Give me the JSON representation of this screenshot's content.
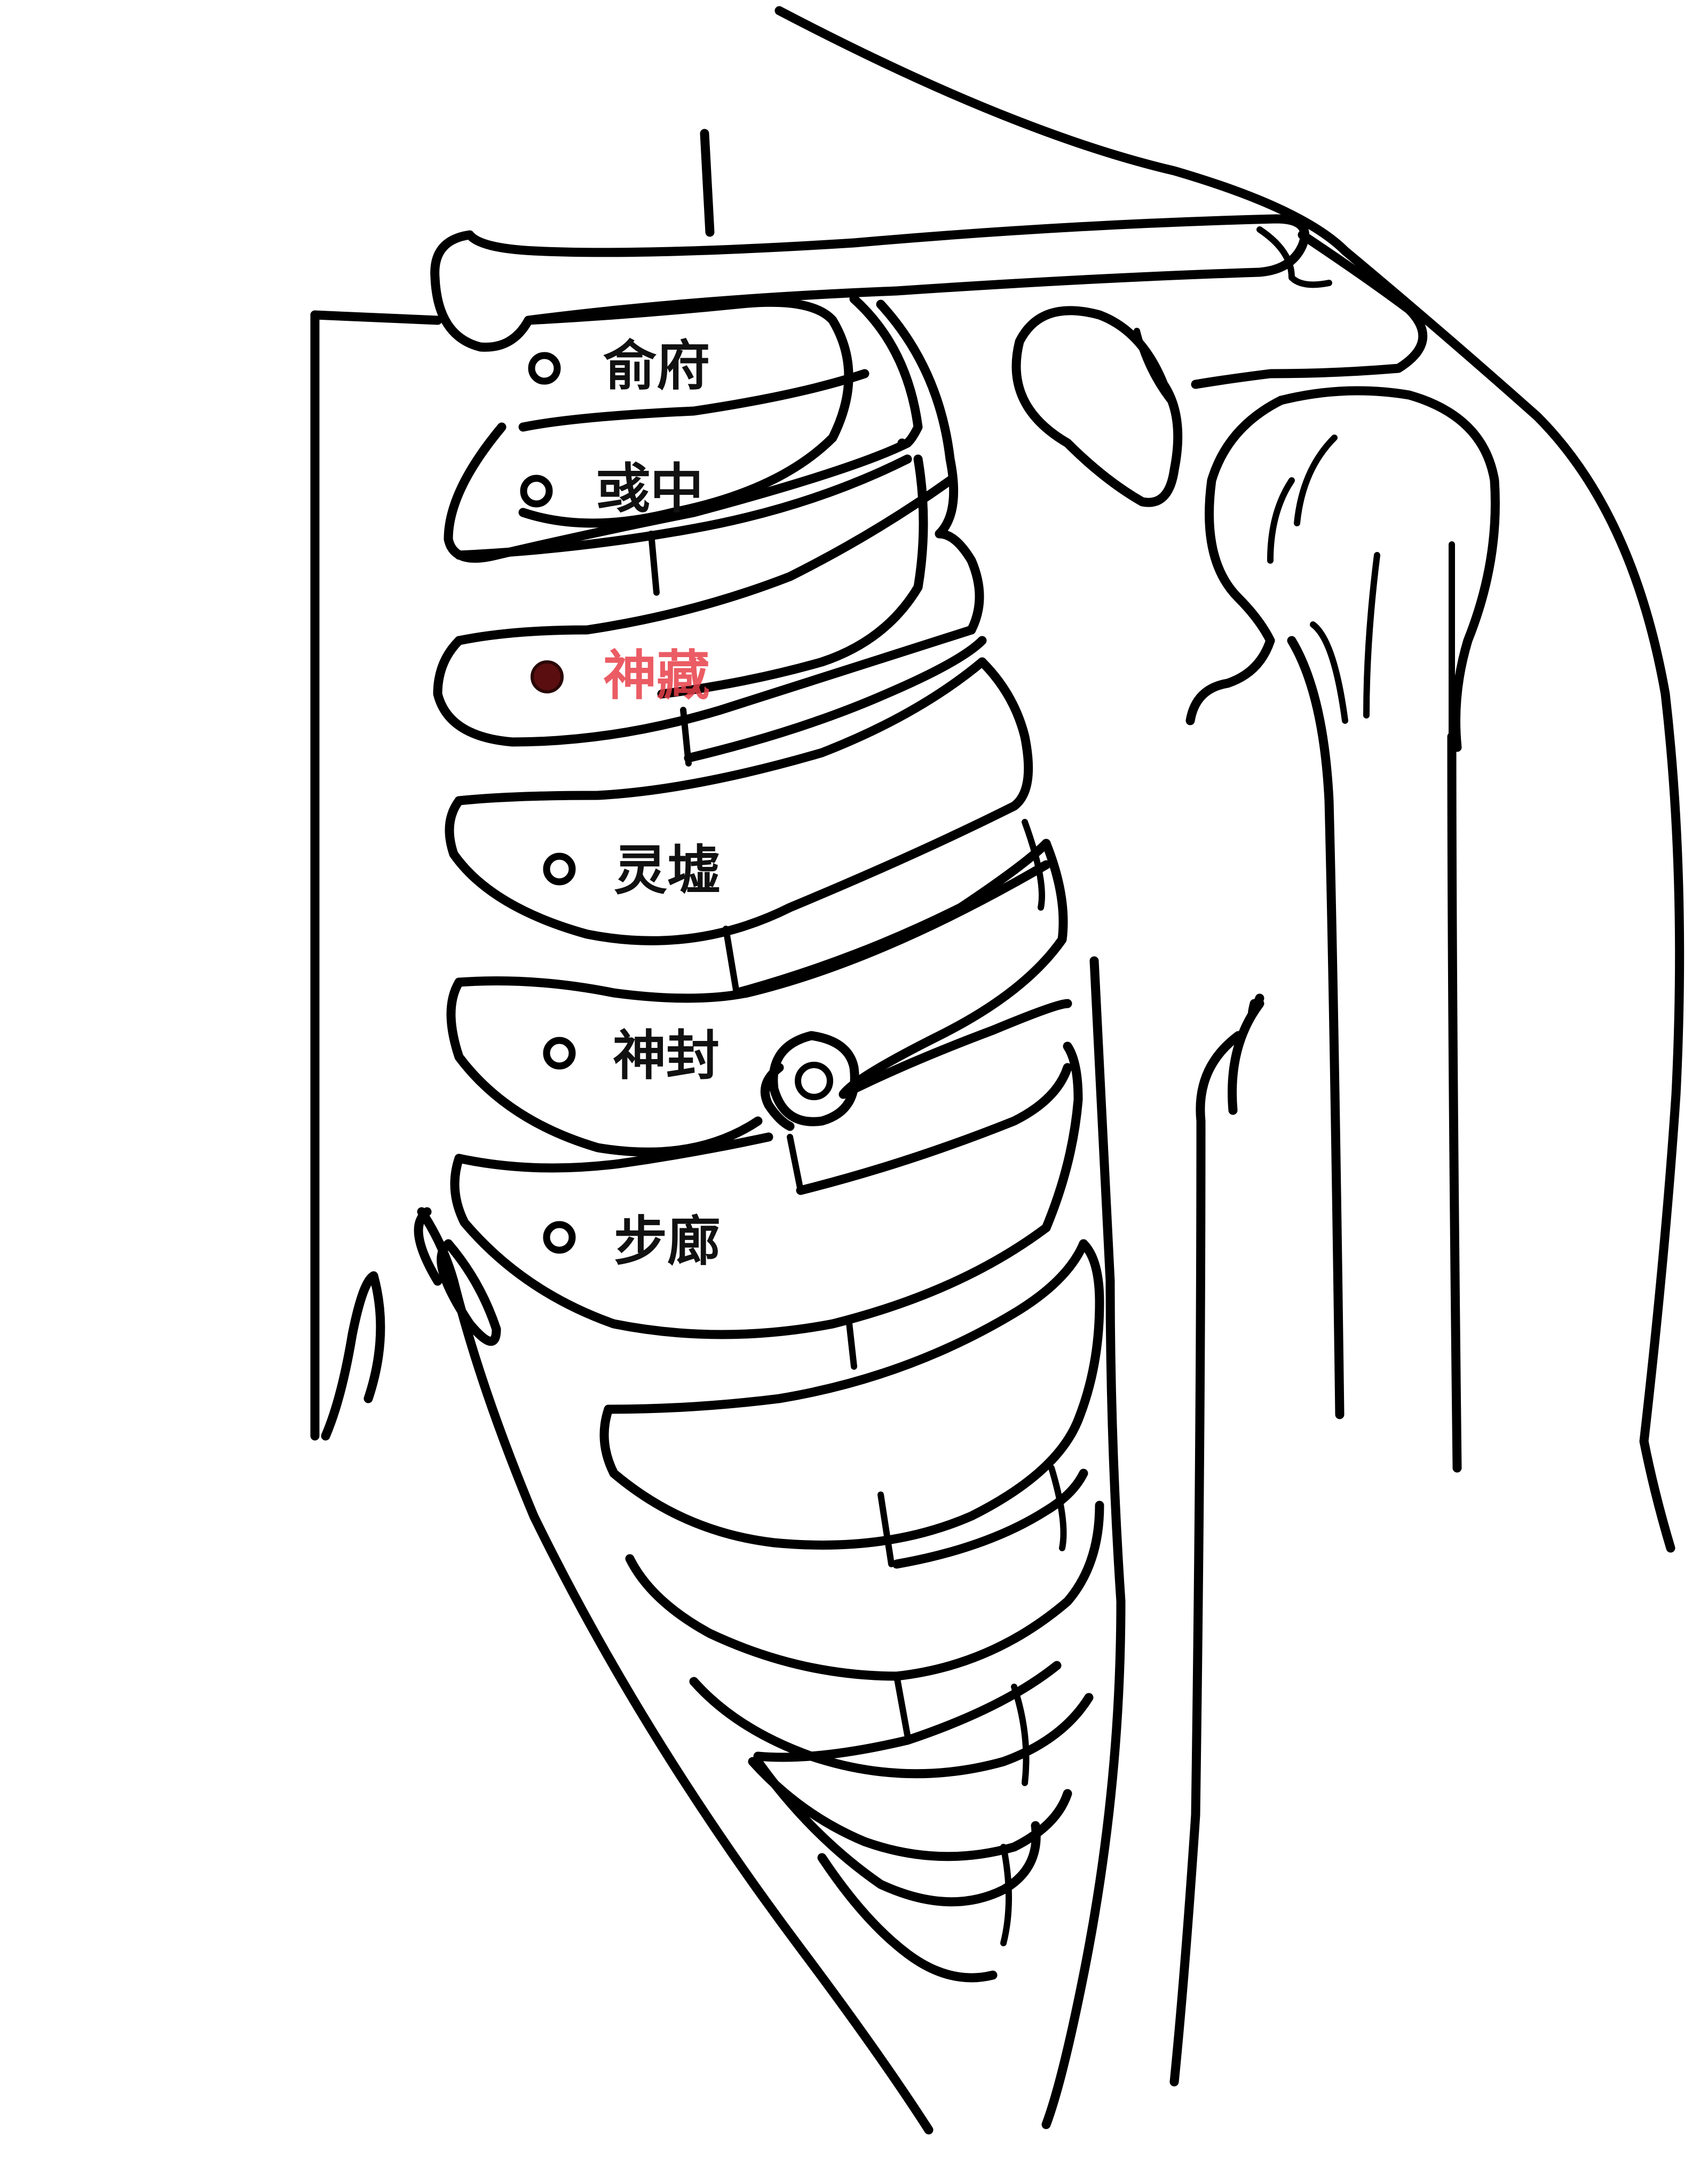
{
  "colors": {
    "line": "#000000",
    "background": "#ffffff",
    "highlight": "#e8404a",
    "highlight_point": "#5a0e10"
  },
  "acupoints": [
    {
      "id": "yufu",
      "label": "俞府",
      "highlighted": false
    },
    {
      "id": "yuzhong",
      "label": "彧中",
      "highlighted": false
    },
    {
      "id": "shencang",
      "label": "神藏",
      "highlighted": true
    },
    {
      "id": "lingxu",
      "label": "灵墟",
      "highlighted": false
    },
    {
      "id": "shenfeng",
      "label": "神封",
      "highlighted": false
    },
    {
      "id": "bulang",
      "label": "步廊",
      "highlighted": false
    }
  ]
}
